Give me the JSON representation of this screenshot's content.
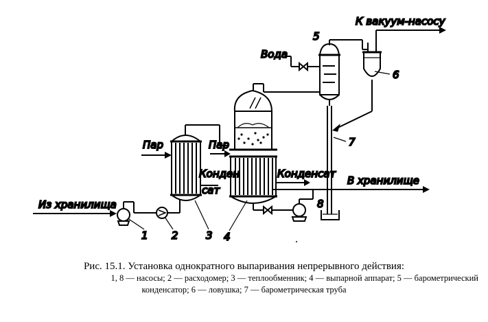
{
  "labels": {
    "from_storage": "Из хранилища",
    "steam1": "Пар",
    "steam2": "Пар",
    "condensate_a": "Конден",
    "condensate_b": "сат",
    "condensate2": "Конденсат",
    "to_storage": "В хранилище",
    "water": "Вода",
    "to_vacuum": "К вакуум-насосу"
  },
  "numbers": {
    "n1": "1",
    "n2": "2",
    "n3": "3",
    "n4": "4",
    "n5": "5",
    "n6": "6",
    "n7": "7",
    "n8": "8"
  },
  "caption": {
    "title": "Рис. 15.1. Установка однократного выпаривания непрерывного действия:",
    "line1": "1, 8 — насосы; 2 — расходомер; 3 — теплообменник; 4 — выпарной аппарат; 5 — барометрический",
    "line2": "конденсатор; 6 — ловушка; 7 — барометрическая труба"
  }
}
